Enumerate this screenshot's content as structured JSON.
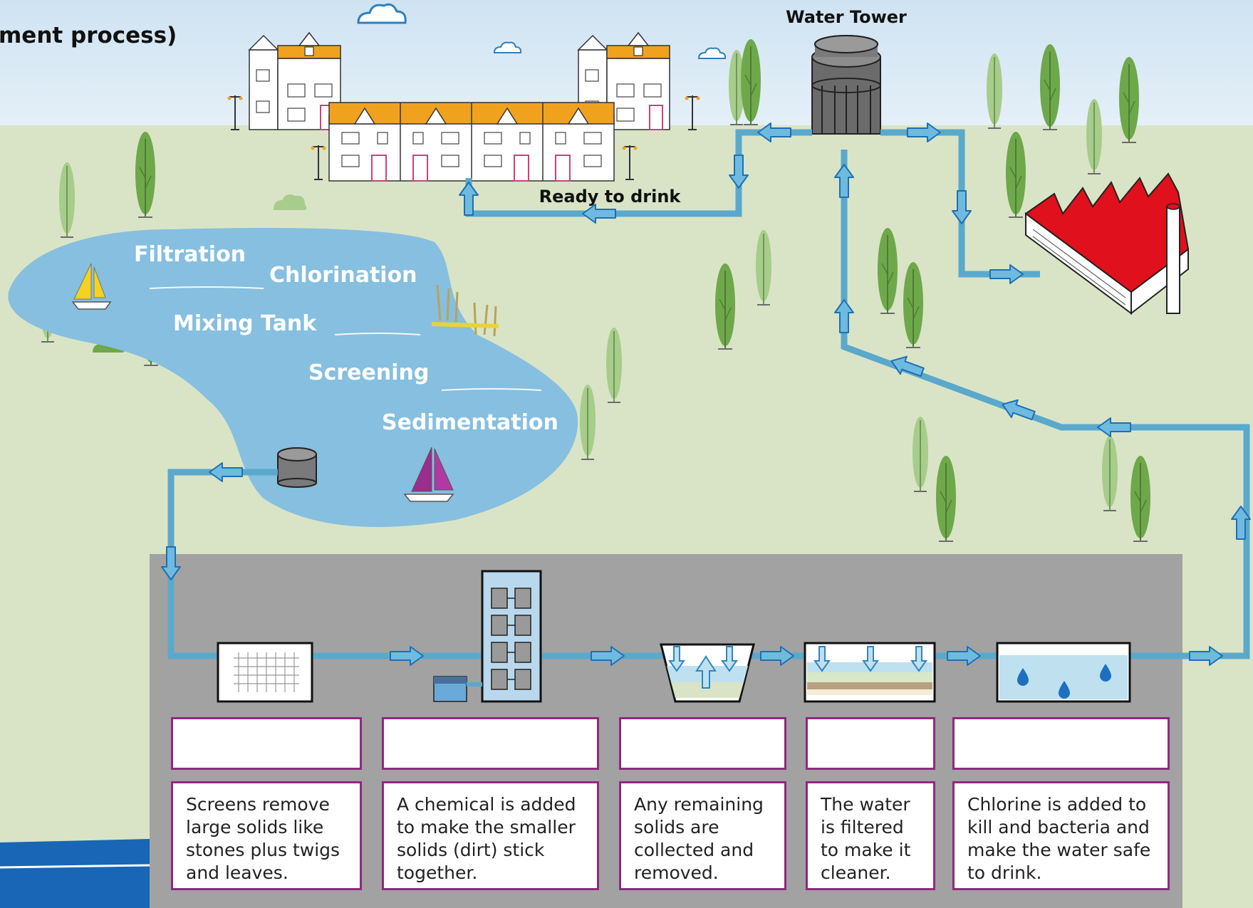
{
  "title_fragment": "ment process)",
  "water_tower_label": "Water Tower",
  "ready_label": "Ready to drink",
  "lake_stage_labels": {
    "filtration": "Filtration",
    "chlorination": "Chlorination",
    "mixing_tank": "Mixing Tank",
    "screening": "Screening",
    "sedimentation": "Sedimentation"
  },
  "answer_boxes": [
    "",
    "",
    "",
    "",
    ""
  ],
  "descriptions": [
    "Screens remove\nlarge solids like\nstones plus twigs\nand leaves.",
    "A chemical is added\nto make the smaller\nsolids (dirt) stick\ntogether.",
    "Any remaining\nsolids are\ncollected and\nremoved.",
    "The water\nis filtered\nto make it\ncleaner.",
    "Chlorine is added to\nkill and bacteria and\nmake the water safe\nto drink."
  ],
  "colors": {
    "sky": "#cfe3f2",
    "grass": "#d9e4c6",
    "lake": "#86bfdf",
    "pipe": "#5aa9cc",
    "arrow": "#2f86c4",
    "plant_panel": "#a2a2a2",
    "box_border": "#8e2a7e",
    "roof_orange": "#f0a21e",
    "factory_roof": "#e0101c",
    "tree_green": "#6ea84a",
    "band_blue": "#1866b5"
  }
}
